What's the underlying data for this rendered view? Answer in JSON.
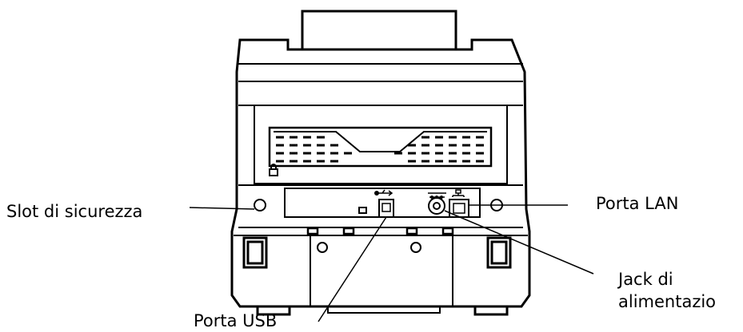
{
  "callouts": {
    "security_slot": "Slot di sicurezza",
    "lan_port": "Porta LAN",
    "power_jack_line1": "Jack di",
    "power_jack_line2": "alimentazio",
    "usb_port": "Porta USB"
  },
  "colors": {
    "outline": "#000000",
    "background": "#ffffff"
  }
}
